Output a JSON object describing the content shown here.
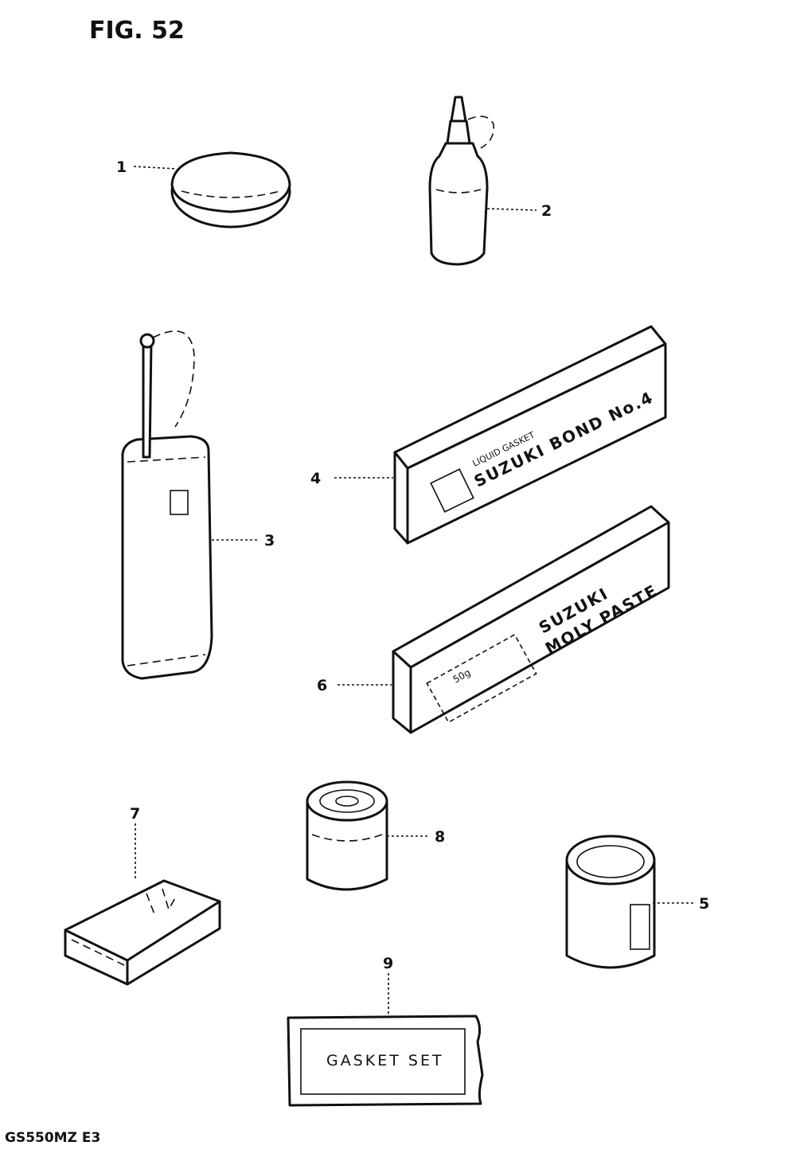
{
  "header": {
    "figure_title": "FIG. 52"
  },
  "footer": {
    "model_code": "GS550MZ E3"
  },
  "callouts": [
    {
      "id": "1",
      "label": "1"
    },
    {
      "id": "2",
      "label": "2"
    },
    {
      "id": "3",
      "label": "3"
    },
    {
      "id": "4",
      "label": "4"
    },
    {
      "id": "5",
      "label": "5"
    },
    {
      "id": "6",
      "label": "6"
    },
    {
      "id": "7",
      "label": "7"
    },
    {
      "id": "8",
      "label": "8"
    },
    {
      "id": "9",
      "label": "9"
    }
  ],
  "parts": {
    "bond_no4_box": {
      "print": "SUZUKI BOND No.4",
      "small_print": "LIQUID GASKET"
    },
    "moly_paste_box": {
      "print_line1": "SUZUKI",
      "print_line2": "MOLY PASTE",
      "small_print": "50g"
    },
    "gasket_set_pack": {
      "print": "GASKET SET"
    }
  }
}
